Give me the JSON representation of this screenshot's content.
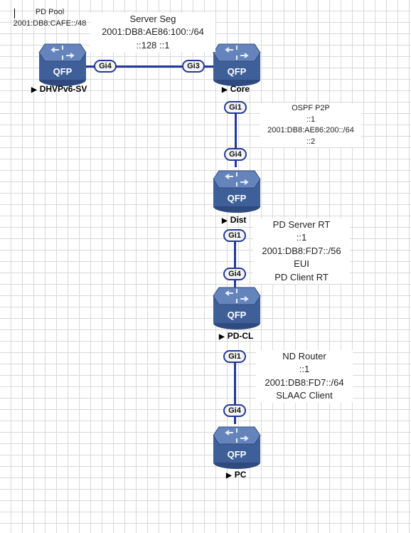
{
  "colors": {
    "link": "#23399a",
    "router_body": "#3f5f99",
    "router_top": "#5d7fb8",
    "grid": "#d9d9d9"
  },
  "nodes": [
    {
      "id": "dhcp",
      "label": "DHVPv6-SV",
      "icon": "qfp-router-icon",
      "badge": "QFP"
    },
    {
      "id": "core",
      "label": "Core",
      "icon": "qfp-router-icon",
      "badge": "QFP"
    },
    {
      "id": "dist",
      "label": "Dist",
      "icon": "qfp-router-icon",
      "badge": "QFP"
    },
    {
      "id": "pdcl",
      "label": "PD-CL",
      "icon": "qfp-router-icon",
      "badge": "QFP"
    },
    {
      "id": "pc",
      "label": "PC",
      "icon": "qfp-router-icon",
      "badge": "QFP"
    }
  ],
  "ports": {
    "dhcp_gi4": "Gi4",
    "core_gi3": "Gi3",
    "core_gi1": "Gi1",
    "dist_gi4": "Gi4",
    "dist_gi1": "Gi1",
    "pdcl_gi4": "Gi4",
    "pdcl_gi1": "Gi1",
    "pc_gi4": "Gi4"
  },
  "notes": {
    "pd_pool": [
      "PD Pool",
      "2001:DB8:CAFE::/48"
    ],
    "server_seg": [
      "Server Seg",
      "2001:DB8:AE86:100::/64",
      "::128 ::1"
    ],
    "ospf_p2p": [
      "OSPF P2P",
      "::1",
      "2001:DB8:AE86:200::/64",
      "::2"
    ],
    "pd_server": [
      "PD Server RT",
      "::1",
      "2001:DB8:FD7::/56",
      "EUI",
      "PD Client RT"
    ],
    "nd_router": [
      "ND Router",
      "::1",
      "2001:DB8:FD7::/64",
      "SLAAC Client"
    ]
  },
  "marker": "▶"
}
